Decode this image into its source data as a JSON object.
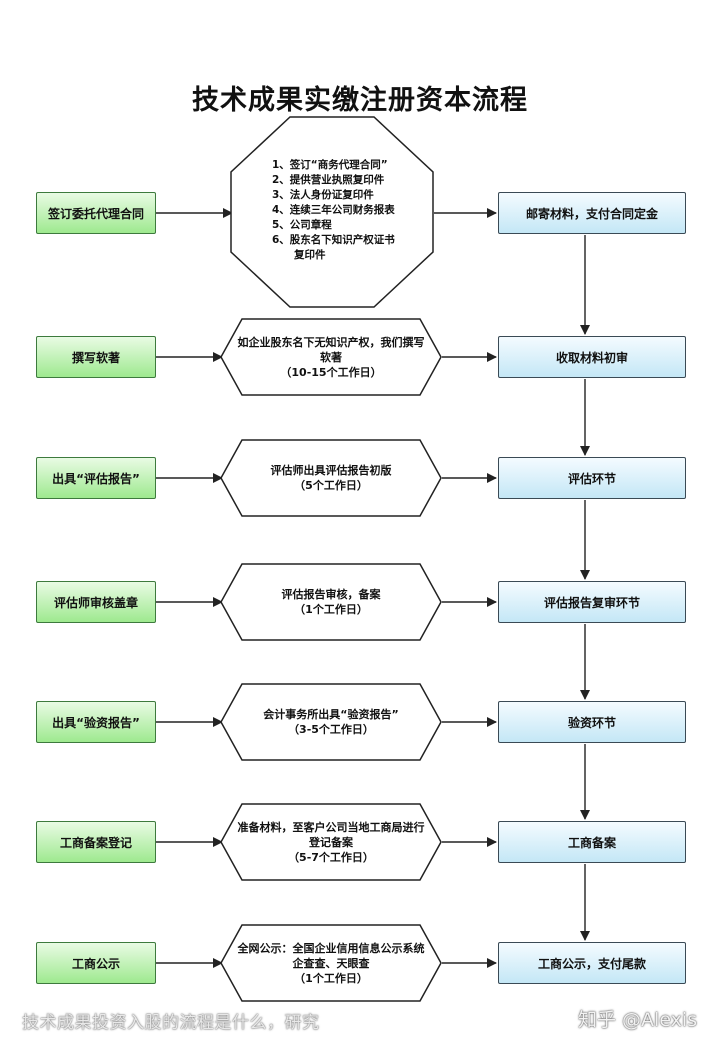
{
  "title": "技术成果实缴注册资本流程",
  "left_steps": [
    "签订委托代理合同",
    "撰写软著",
    "出具“评估报告”",
    "评估师审核盖章",
    "出具“验资报告”",
    "工商备案登记",
    "工商公示"
  ],
  "right_steps": [
    "邮寄材料，支付合同定金",
    "收取材料初审",
    "评估环节",
    "评估报告复审环节",
    "验资环节",
    "工商备案",
    "工商公示，支付尾款"
  ],
  "documents": {
    "items": [
      "1、签订“商务代理合同”",
      "2、提供营业执照复印件",
      "3、法人身份证复印件",
      "4、连续三年公司财务报表",
      "5、公司章程",
      "6、股东名下知识产权证书",
      "复印件"
    ]
  },
  "notes": [
    [
      "如企业股东名下无知识产权，我们撰写",
      "软著",
      "（10-15个工作日）"
    ],
    [
      "评估师出具评估报告初版",
      "（5个工作日）"
    ],
    [
      "评估报告审核，备案",
      "（1个工作日）"
    ],
    [
      "会计事务所出具“验资报告”",
      "（3-5个工作日）"
    ],
    [
      "准备材料，至客户公司当地工商局进行",
      "登记备案",
      "（5-7个工作日）"
    ],
    [
      "全网公示：全国企业信用信息公示系统",
      "企查查、天眼查",
      "（1个工作日）"
    ]
  ],
  "watermark": {
    "left": "技术成果投资入股的流程是什么，研究",
    "right": "知乎 @Alexis"
  }
}
